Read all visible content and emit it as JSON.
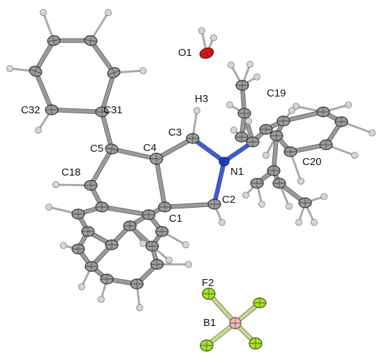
{
  "labels": {
    "O1": "O1",
    "H3": "H3",
    "C19": "C19",
    "C32": "C32",
    "C31": "C31",
    "C3": "C3",
    "C5": "C5",
    "C4": "C4",
    "N1": "N1",
    "C20": "C20",
    "C18": "C18",
    "C2": "C2",
    "C1": "C1",
    "F2": "F2",
    "B1": "B1"
  },
  "colors": {
    "carbon": "#9c9c9c",
    "hydrogen": "#d6d6d6",
    "nitrogen": "#1b3fd6",
    "oxygen": "#e01515",
    "fluorine": "#a6e02a",
    "boron": "#f2b8b8"
  }
}
